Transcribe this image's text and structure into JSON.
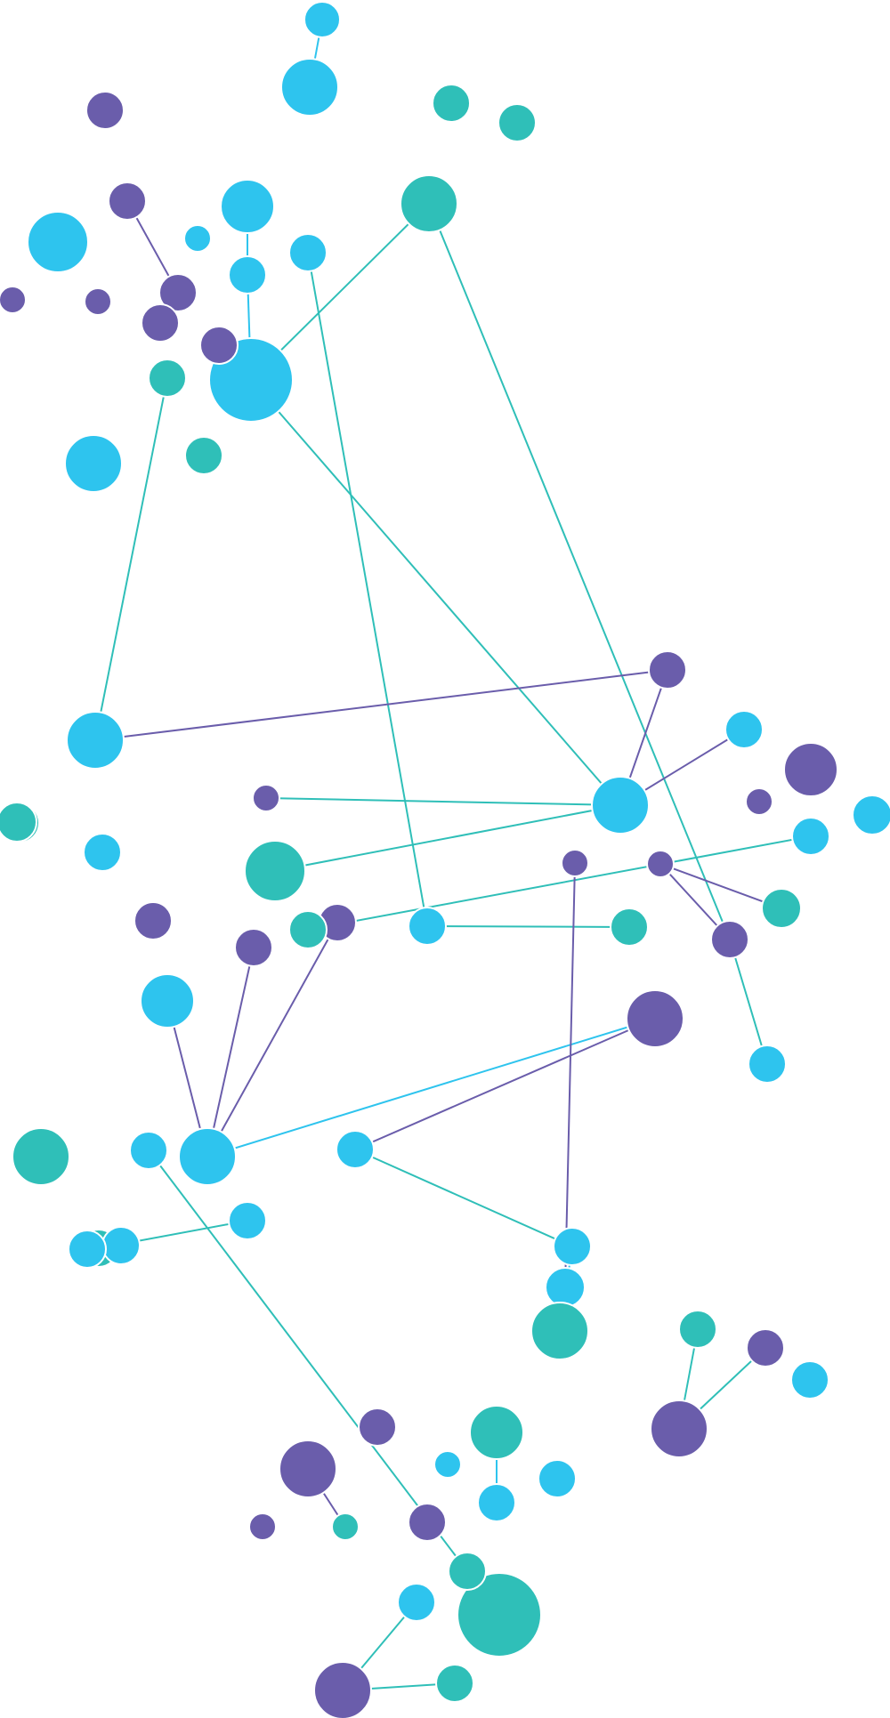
{
  "diagram": {
    "type": "network",
    "colors": {
      "blue": "#2ec4ee",
      "teal": "#2fbfb8",
      "purple": "#6a5dab"
    },
    "edge_colors": {
      "blue": "#2ec4ee",
      "teal": "#2fbfb8",
      "purple": "#6a5dab"
    },
    "nodes": [
      {
        "id": "n1",
        "color": "blue"
      },
      {
        "id": "n2",
        "color": "blue"
      },
      {
        "id": "n3",
        "color": "purple"
      },
      {
        "id": "n4",
        "color": "teal"
      },
      {
        "id": "n5",
        "color": "teal"
      },
      {
        "id": "n6",
        "color": "purple"
      },
      {
        "id": "n7",
        "color": "blue"
      },
      {
        "id": "n8",
        "color": "teal"
      },
      {
        "id": "n9",
        "color": "blue"
      },
      {
        "id": "n10",
        "color": "blue"
      },
      {
        "id": "n11",
        "color": "blue"
      },
      {
        "id": "n12",
        "color": "purple"
      },
      {
        "id": "n13",
        "color": "purple"
      },
      {
        "id": "n14",
        "color": "blue"
      },
      {
        "id": "n15",
        "color": "purple"
      },
      {
        "id": "n16",
        "color": "purple"
      },
      {
        "id": "n17",
        "color": "purple"
      },
      {
        "id": "n18",
        "color": "blue"
      },
      {
        "id": "n19",
        "color": "teal"
      },
      {
        "id": "n20",
        "color": "blue"
      },
      {
        "id": "n21",
        "color": "teal"
      },
      {
        "id": "n22",
        "color": "blue"
      },
      {
        "id": "n23",
        "color": "purple"
      },
      {
        "id": "n24",
        "color": "purple"
      },
      {
        "id": "n25",
        "color": "blue"
      },
      {
        "id": "n26",
        "color": "blue"
      },
      {
        "id": "n27",
        "color": "teal"
      },
      {
        "id": "n28",
        "color": "blue"
      },
      {
        "id": "n29",
        "color": "purple"
      },
      {
        "id": "n30",
        "color": "teal"
      },
      {
        "id": "n31",
        "color": "teal"
      },
      {
        "id": "n32",
        "color": "purple"
      },
      {
        "id": "n33",
        "color": "purple"
      },
      {
        "id": "n34",
        "color": "blue"
      },
      {
        "id": "n35",
        "color": "purple"
      },
      {
        "id": "n36",
        "color": "purple"
      },
      {
        "id": "n37",
        "color": "purple"
      },
      {
        "id": "n38",
        "color": "purple"
      },
      {
        "id": "n39",
        "color": "blue"
      },
      {
        "id": "n40",
        "color": "purple"
      },
      {
        "id": "n41",
        "color": "teal"
      },
      {
        "id": "n42",
        "color": "blue"
      },
      {
        "id": "n43",
        "color": "teal"
      },
      {
        "id": "n44",
        "color": "teal"
      },
      {
        "id": "n45",
        "color": "blue"
      },
      {
        "id": "n46",
        "color": "purple"
      },
      {
        "id": "n47",
        "color": "teal"
      },
      {
        "id": "n48",
        "color": "blue"
      },
      {
        "id": "n49",
        "color": "blue"
      },
      {
        "id": "n50",
        "color": "blue"
      },
      {
        "id": "n51",
        "color": "teal"
      },
      {
        "id": "n52",
        "color": "teal"
      },
      {
        "id": "n53",
        "color": "blue"
      },
      {
        "id": "n54",
        "color": "blue"
      },
      {
        "id": "n55",
        "color": "blue"
      },
      {
        "id": "n56",
        "color": "purple"
      },
      {
        "id": "n57",
        "color": "teal"
      },
      {
        "id": "n58",
        "color": "teal"
      },
      {
        "id": "n59",
        "color": "teal"
      },
      {
        "id": "n60",
        "color": "purple"
      },
      {
        "id": "n61",
        "color": "purple"
      },
      {
        "id": "n62",
        "color": "blue"
      },
      {
        "id": "n63",
        "color": "blue"
      },
      {
        "id": "n64",
        "color": "blue"
      },
      {
        "id": "n65",
        "color": "blue"
      },
      {
        "id": "n66",
        "color": "purple"
      },
      {
        "id": "n67",
        "color": "purple"
      },
      {
        "id": "n68",
        "color": "purple"
      },
      {
        "id": "n69",
        "color": "purple"
      },
      {
        "id": "n70",
        "color": "teal"
      },
      {
        "id": "n71",
        "color": "purple"
      },
      {
        "id": "n72",
        "color": "teal"
      },
      {
        "id": "n73",
        "color": "blue"
      },
      {
        "id": "n74",
        "color": "teal"
      },
      {
        "id": "n75",
        "color": "blue"
      },
      {
        "id": "n76",
        "color": "teal"
      },
      {
        "id": "n77",
        "color": "blue"
      },
      {
        "id": "n78",
        "color": "blue"
      },
      {
        "id": "n79",
        "color": "teal"
      },
      {
        "id": "n80",
        "color": "blue"
      },
      {
        "id": "n81",
        "color": "purple"
      },
      {
        "id": "n82",
        "color": "teal"
      },
      {
        "id": "n83",
        "color": "blue"
      }
    ],
    "edges": [
      {
        "from": "n1",
        "to": "n2",
        "color": "blue"
      },
      {
        "from": "n6",
        "to": "n12",
        "color": "purple"
      },
      {
        "from": "n7",
        "to": "n10",
        "color": "blue"
      },
      {
        "from": "n10",
        "to": "n14",
        "color": "blue"
      },
      {
        "from": "n8",
        "to": "n14",
        "color": "teal"
      },
      {
        "from": "n8",
        "to": "n33",
        "color": "teal"
      },
      {
        "from": "n14",
        "to": "n25",
        "color": "teal"
      },
      {
        "from": "n11",
        "to": "n28",
        "color": "teal"
      },
      {
        "from": "n19",
        "to": "n20",
        "color": "teal"
      },
      {
        "from": "n20",
        "to": "n24",
        "color": "purple"
      },
      {
        "from": "n24",
        "to": "n25",
        "color": "purple"
      },
      {
        "from": "n25",
        "to": "n26",
        "color": "purple"
      },
      {
        "from": "n23",
        "to": "n25",
        "color": "teal"
      },
      {
        "from": "n25",
        "to": "n27",
        "color": "teal"
      },
      {
        "from": "n29",
        "to": "n30",
        "color": "purple"
      },
      {
        "from": "n29",
        "to": "n33",
        "color": "purple"
      },
      {
        "from": "n33",
        "to": "n34",
        "color": "teal"
      },
      {
        "from": "n41",
        "to": "n42",
        "color": "teal"
      },
      {
        "from": "n28",
        "to": "n43",
        "color": "teal"
      },
      {
        "from": "n37",
        "to": "n40",
        "color": "purple"
      },
      {
        "from": "n36",
        "to": "n45",
        "color": "purple"
      },
      {
        "from": "n39",
        "to": "n45",
        "color": "purple"
      },
      {
        "from": "n40",
        "to": "n45",
        "color": "purple"
      },
      {
        "from": "n44",
        "to": "n45",
        "color": "blue"
      },
      {
        "from": "n46",
        "to": "n49",
        "color": "purple"
      },
      {
        "from": "n31",
        "to": "n50",
        "color": "teal"
      },
      {
        "from": "n49",
        "to": "n52",
        "color": "purple"
      },
      {
        "from": "n52",
        "to": "n53",
        "color": "blue"
      },
      {
        "from": "n53",
        "to": "n54",
        "color": "teal"
      },
      {
        "from": "n55",
        "to": "n56",
        "color": "purple"
      },
      {
        "from": "n59",
        "to": "n60",
        "color": "teal"
      },
      {
        "from": "n60",
        "to": "n61",
        "color": "teal"
      },
      {
        "from": "n65",
        "to": "n66",
        "color": "blue"
      },
      {
        "from": "n67",
        "to": "n70",
        "color": "purple"
      },
      {
        "from": "n72",
        "to": "n73",
        "color": "blue"
      },
      {
        "from": "n78",
        "to": "n79",
        "color": "teal"
      },
      {
        "from": "n80",
        "to": "n81",
        "color": "teal"
      },
      {
        "from": "n81",
        "to": "n82",
        "color": "teal"
      }
    ]
  }
}
